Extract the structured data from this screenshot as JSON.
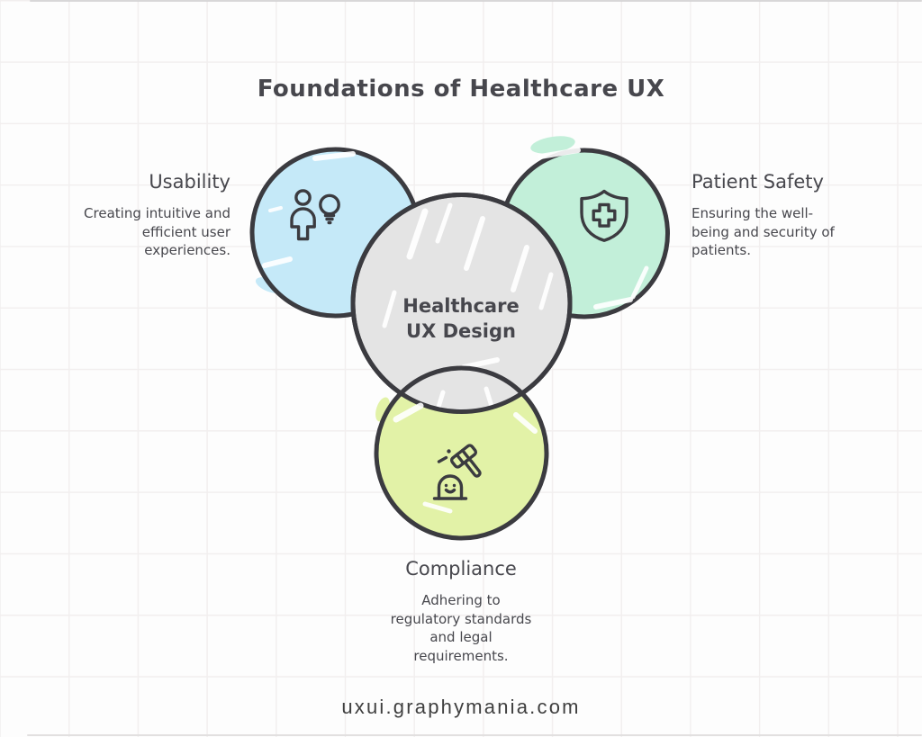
{
  "title": "Foundations of Healthcare UX",
  "center": {
    "label": "Healthcare\nUX Design",
    "fill": "#e4e4e4"
  },
  "sections": {
    "usability": {
      "title": "Usability",
      "description": "Creating intuitive and\nefficient user\nexperiences.",
      "fill": "#c5e9f8",
      "icon": "user-idea-icon"
    },
    "patient_safety": {
      "title": "Patient Safety",
      "description": "Ensuring the well-\nbeing and security of\npatients.",
      "fill": "#c2efd9",
      "icon": "shield-cross-icon"
    },
    "compliance": {
      "title": "Compliance",
      "description": "Adhering to\nregulatory standards\nand legal\nrequirements.",
      "fill": "#e2f2a7",
      "icon": "gavel-icon"
    }
  },
  "footer": {
    "website": "uxui.graphymania.com"
  },
  "colors": {
    "outline": "#3b3b40",
    "ink": "#47474d"
  }
}
